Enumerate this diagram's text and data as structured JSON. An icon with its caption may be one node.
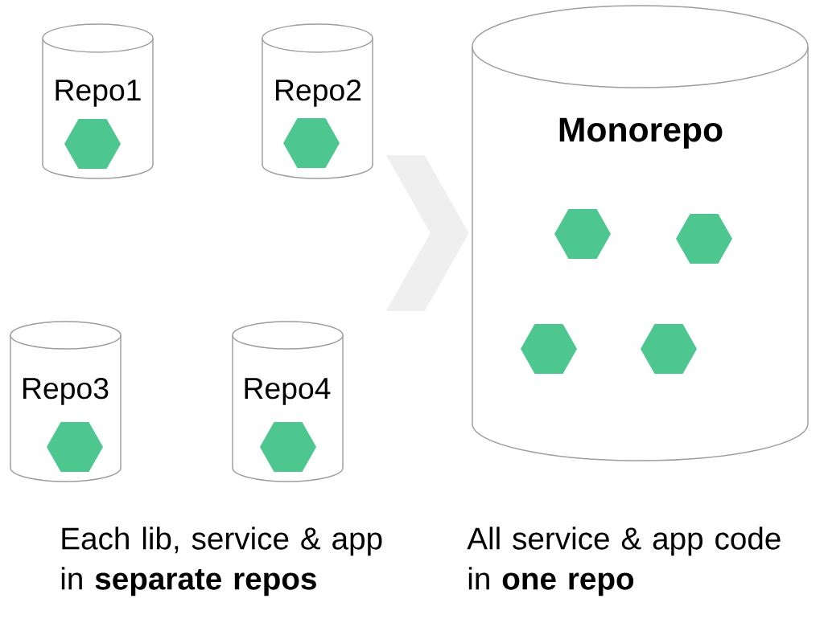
{
  "diagram": {
    "nodes": [
      {
        "text": [
          "Repo1"
        ]
      },
      {
        "text": [],
        "shape": "hexagon",
        "in": 0
      },
      {
        "text": [
          "Repo2"
        ]
      },
      {
        "text": [],
        "shape": "hexagon",
        "in": 2
      },
      {
        "text": [
          "Repo3"
        ]
      },
      {
        "text": [],
        "shape": "hexagon",
        "in": 4
      },
      {
        "text": [
          "Repo4"
        ]
      },
      {
        "text": [],
        "shape": "hexagon",
        "in": 6
      },
      {
        "text": [
          "Monorepo"
        ]
      },
      {
        "text": [],
        "shape": "hexagon",
        "in": 8
      },
      {
        "text": [],
        "shape": "hexagon",
        "in": 8
      },
      {
        "text": [],
        "shape": "hexagon",
        "in": 8
      },
      {
        "text": [],
        "shape": "hexagon",
        "in": 8
      }
    ],
    "edges": [
      {
        "from": null,
        "to": 8,
        "arrow": "to"
      }
    ],
    "labels": [
      "Each lib, service & app in **separate repos**",
      "All service & app code in **one repo**"
    ]
  }
}
